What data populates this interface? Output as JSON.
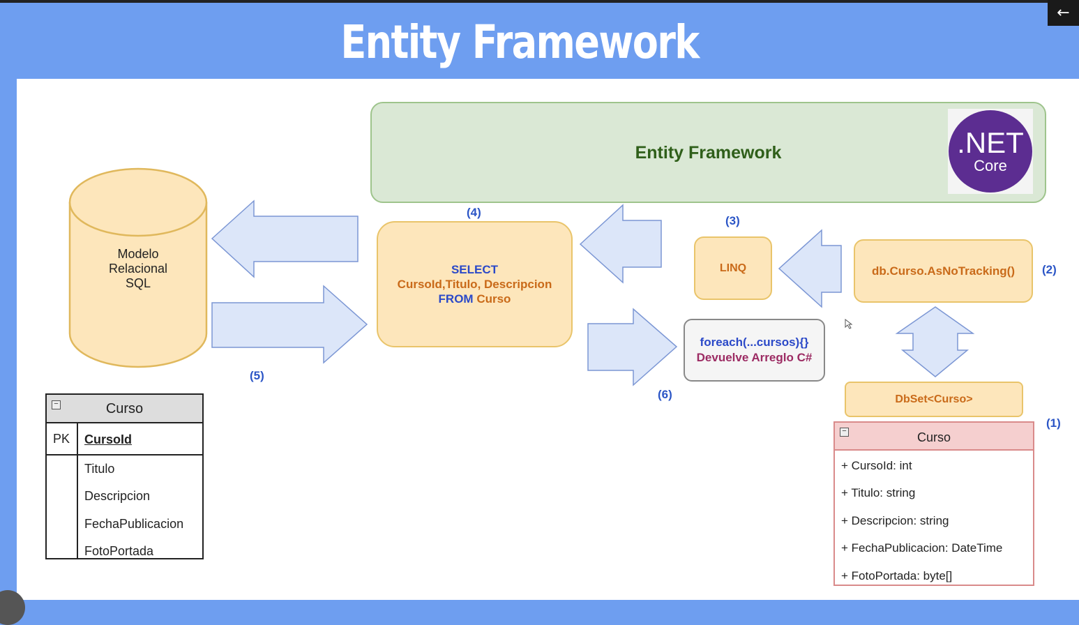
{
  "slide": {
    "title": "Entity Framework"
  },
  "controls": {
    "back": "←"
  },
  "ef_banner": {
    "label": "Entity Framework"
  },
  "net_logo": {
    "line1": ".NET",
    "line2": "Core"
  },
  "database": {
    "line1": "Modelo",
    "line2": "Relacional",
    "line3": "SQL"
  },
  "sql_query": {
    "keyword_select": "SELECT",
    "columns": "CursoId,Titulo, Descripcion",
    "keyword_from": "FROM",
    "table": "Curso"
  },
  "linq": {
    "label": "LINQ"
  },
  "dbcontext_call": {
    "label": "db.Curso.AsNoTracking()"
  },
  "foreach_box": {
    "line1": "foreach(...cursos){}",
    "line2": "Devuelve Arreglo C#"
  },
  "dbset": {
    "label": "DbSet<Curso>"
  },
  "step_numbers": {
    "s1": "(1)",
    "s2": "(2)",
    "s3": "(3)",
    "s4": "(4)",
    "s5": "(5)",
    "s6": "(6)"
  },
  "er_table": {
    "collapse": "−",
    "name": "Curso",
    "pk_label": "PK",
    "pk_field": "CursoId",
    "fields": [
      "Titulo",
      "Descripcion",
      "FechaPublicacion",
      "FotoPortada"
    ]
  },
  "class_entity": {
    "collapse": "−",
    "name": "Curso",
    "fields": [
      "+ CursoId: int",
      "+ Titulo: string",
      "+ Descripcion: string",
      "+ FechaPublicacion: DateTime",
      "+ FotoPortada: byte[]"
    ]
  },
  "colors": {
    "slide_background": "#6e9ef0",
    "arrow_fill": "#dce6f9",
    "arrow_stroke": "#7b96d4",
    "node_fill": "#fde6bb",
    "ef_fill": "#dae8d5",
    "net_purple": "#5c2d91"
  }
}
